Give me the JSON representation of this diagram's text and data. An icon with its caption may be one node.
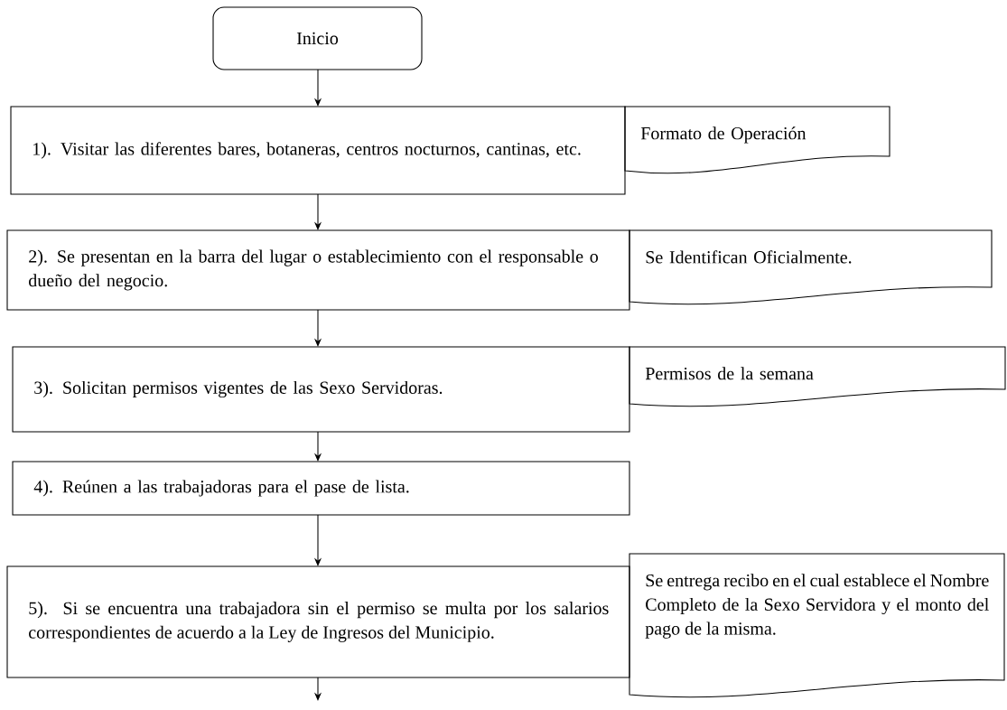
{
  "diagram": {
    "nodes": [
      {
        "text": [
          "Inicio"
        ]
      },
      {
        "text": [
          "1). Visitar las diferentes bares, botaneras, centros nocturnos, cantinas, etc."
        ]
      },
      {
        "text": [
          "Formato de Operación"
        ]
      },
      {
        "text": [
          "2). Se presentan en la barra del lugar o establecimiento con el responsable o dueño del negocio."
        ]
      },
      {
        "text": [
          "Se Identifican Oficialmente."
        ]
      },
      {
        "text": [
          "3). Solicitan permisos  vigentes de las Sexo Servidoras."
        ]
      },
      {
        "text": [
          "Permisos de la semana"
        ]
      },
      {
        "text": [
          "4). Reúnen a las trabajadoras para el pase de lista."
        ]
      },
      {
        "text": [
          "5). Si se encuentra una trabajadora sin el permiso se multa por los salarios correspondientes de acuerdo a la Ley de Ingresos del Municipio."
        ]
      },
      {
        "text": [
          "Se entrega recibo en el cual establece el Nombre Completo de la Sexo Servidora y  el  monto del pago de la misma."
        ]
      }
    ],
    "edges": [
      {
        "from": 0,
        "to": 1,
        "arrow": "to"
      },
      {
        "from": 1,
        "to": 3,
        "arrow": "to"
      },
      {
        "from": 3,
        "to": 5,
        "arrow": "to"
      },
      {
        "from": 5,
        "to": 7,
        "arrow": "to"
      },
      {
        "from": 7,
        "to": 8,
        "arrow": "to"
      },
      {
        "from": 8,
        "to": null,
        "arrow": "to"
      }
    ]
  }
}
